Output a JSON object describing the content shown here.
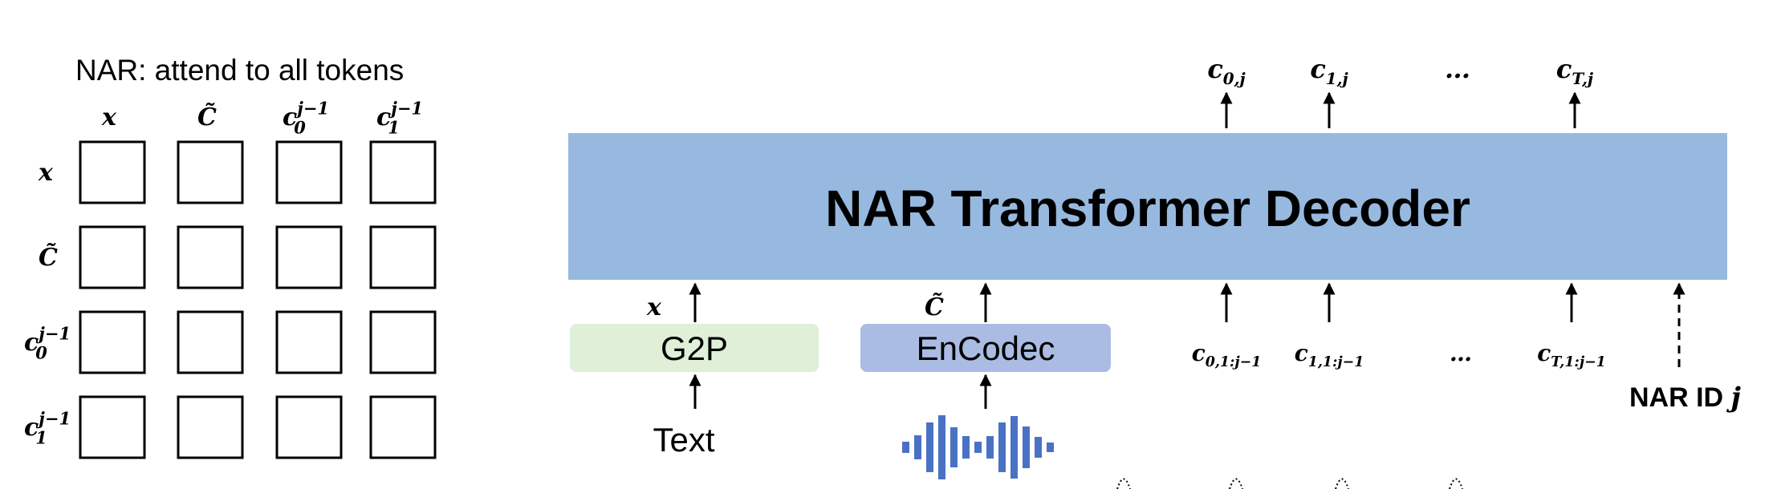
{
  "attention": {
    "title": "NAR:  attend to all tokens",
    "columns": [
      {
        "base": "x",
        "sub": "",
        "sup": ""
      },
      {
        "base": "C̃",
        "sub": "",
        "sup": ""
      },
      {
        "base": "c",
        "sub": "0",
        "sup": "j−1"
      },
      {
        "base": "c",
        "sub": "1",
        "sup": "j−1"
      }
    ],
    "rows": [
      {
        "base": "x",
        "sub": "",
        "sup": ""
      },
      {
        "base": "C̃",
        "sub": "",
        "sup": ""
      },
      {
        "base": "c",
        "sub": "0",
        "sup": "j−1"
      },
      {
        "base": "c",
        "sub": "1",
        "sup": "j−1"
      }
    ]
  },
  "decoder": {
    "label": "NAR Transformer Decoder",
    "color": "#97B9DF",
    "outputs": [
      {
        "base": "c",
        "sub": "0,j"
      },
      {
        "base": "c",
        "sub": "1,j"
      },
      {
        "base": "…",
        "sub": ""
      },
      {
        "base": "c",
        "sub": "T,j"
      }
    ],
    "inputs": [
      {
        "base": "c",
        "sub": "0,1:j−1"
      },
      {
        "base": "c",
        "sub": "1,1:j−1"
      },
      {
        "base": "…",
        "sub": ""
      },
      {
        "base": "c",
        "sub": "T,1:j−1"
      }
    ]
  },
  "g2p": {
    "label": "G2P",
    "color": "#E0EFD8",
    "output_label": "x",
    "input_label": "Text"
  },
  "encodec": {
    "label": "EnCodec",
    "color": "#AABCE3",
    "output_label": "C̃",
    "waveform_color": "#4A72C4"
  },
  "nar_id": {
    "text": "NAR ID ",
    "var": "j"
  }
}
